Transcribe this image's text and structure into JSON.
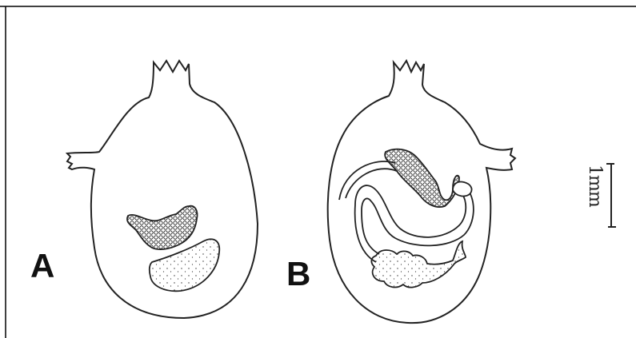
{
  "panels": {
    "a_label": "A",
    "b_label": "B"
  },
  "scale_bar": {
    "label": "1mm"
  },
  "colors": {
    "ink": "#222222",
    "frame": "#000000",
    "background": "#ffffff"
  }
}
